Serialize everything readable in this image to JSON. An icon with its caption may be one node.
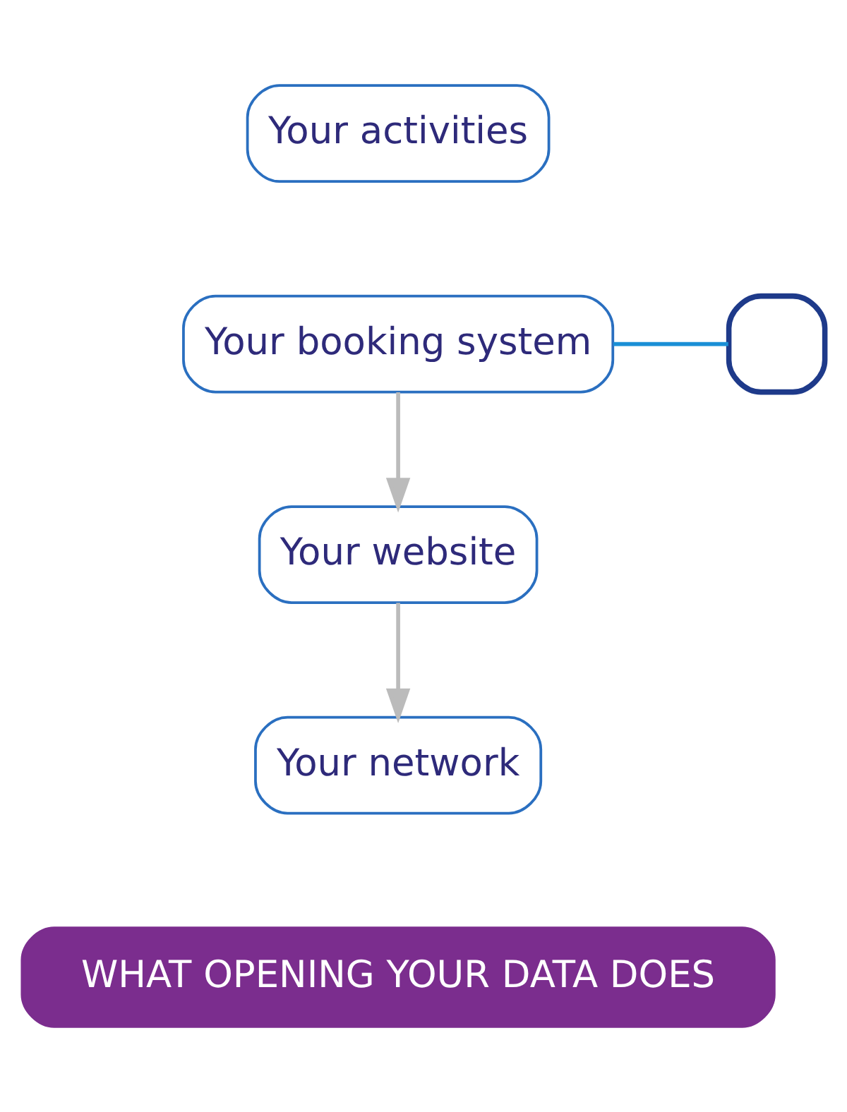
{
  "diagram": {
    "nodes": [
      {
        "text": [
          "Your activities"
        ]
      },
      {
        "text": [
          "Your booking system"
        ]
      },
      {
        "text": [],
        "shape": "box"
      },
      {
        "text": [
          "Your website"
        ]
      },
      {
        "text": [
          "Your network"
        ]
      },
      {
        "text": [
          "WHAT OPENING YOUR DATA DOES"
        ]
      }
    ],
    "edges": [
      {
        "from": 1,
        "to": 2,
        "arrow": "none",
        "color": "#1a8fd6"
      },
      {
        "from": 1,
        "to": 3,
        "arrow": "to"
      },
      {
        "from": 3,
        "to": 4,
        "arrow": "to"
      }
    ]
  }
}
